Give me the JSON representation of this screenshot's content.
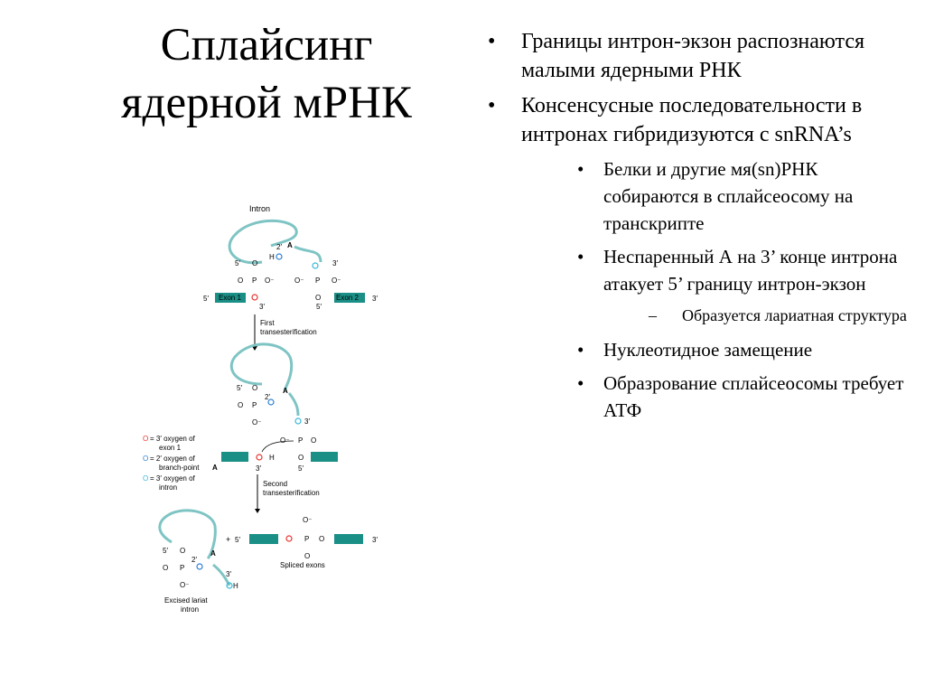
{
  "slide": {
    "title_line1": "Сплайсинг",
    "title_line2": "ядерной мРНК"
  },
  "bullets": {
    "b1": "Границы интрон-экзон распознаются малыми ядерными РНК",
    "b2": "Консенсусные последовательности в интронах гибридизуются с snRNA’s",
    "b2_1": "Белки и другие мя(sn)РНК собираются в сплайсеосому на транскрипте",
    "b2_2": "Неспаренный А на 3’ конце интрона атакует 5’ границу интрон-экзон",
    "b2_2_1": "Образуется лариатная структура",
    "b2_3": "Нуклеотидное замещение",
    "b2_4": "Образрование сплайсеосомы требует АТФ"
  },
  "figure": {
    "intron": "Intron",
    "exon1": "Exon 1",
    "exon2": "Exon 2",
    "first_step_l1": "First",
    "first_step_l2": "transesterification",
    "second_step_l1": "Second",
    "second_step_l2": "transesterification",
    "spliced_exons": "Spliced exons",
    "excised_l1": "Excised lariat",
    "excised_l2": "intron",
    "legend_red_l1": "= 3′ oxygen of",
    "legend_red_l2": "exon 1",
    "legend_blue_l1": "= 2′ oxygen of",
    "legend_blue_l2": "branch-point",
    "legend_blue_A": "A",
    "legend_cyan_l1": "= 3′ oxygen of",
    "legend_cyan_l2": "intron",
    "branch_A": "A",
    "p": "P",
    "o": "O",
    "o_minus": "O⁻",
    "h": "H",
    "five_prime": "5′",
    "three_prime": "3′",
    "two_prime": "2′",
    "plus": "+",
    "colors": {
      "exon": "#1a8f86",
      "intron_line": "#7fc4c4",
      "red_oxygen": "#e8332e",
      "blue_oxygen": "#2d7fd6",
      "cyan_oxygen": "#35b8d8"
    }
  }
}
